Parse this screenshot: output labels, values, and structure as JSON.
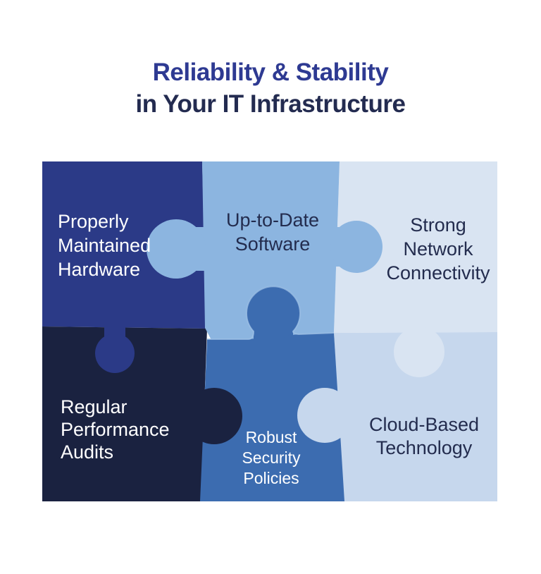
{
  "title": {
    "line1": "Reliability & Stability",
    "line2": "in Your IT Infrastructure",
    "line1_color": "#2e3a92",
    "line2_color": "#232b50"
  },
  "pieces": [
    {
      "id": "properly-maintained-hardware",
      "label": "Properly\nMaintained\nHardware",
      "color": "#2b3a87",
      "text_color": "#ffffff"
    },
    {
      "id": "up-to-date-software",
      "label": "Up-to-Date\nSoftware",
      "color": "#8cb5e0",
      "text_color": "#232c4e"
    },
    {
      "id": "strong-network-connectivity",
      "label": "Strong\nNetwork\nConnectivity",
      "color": "#d9e4f2",
      "text_color": "#232c4e"
    },
    {
      "id": "regular-performance-audits",
      "label": "Regular\nPerformance\nAudits",
      "color": "#1a2240",
      "text_color": "#ffffff"
    },
    {
      "id": "robust-security-policies",
      "label": "Robust\nSecurity\nPolicies",
      "color": "#3c6cb0",
      "text_color": "#ffffff"
    },
    {
      "id": "cloud-based-technology",
      "label": "Cloud-Based\nTechnology",
      "color": "#c6d7ed",
      "text_color": "#232c4e"
    }
  ],
  "background_color": "#ffffff",
  "knob_outline_color": "#9dc0e5"
}
